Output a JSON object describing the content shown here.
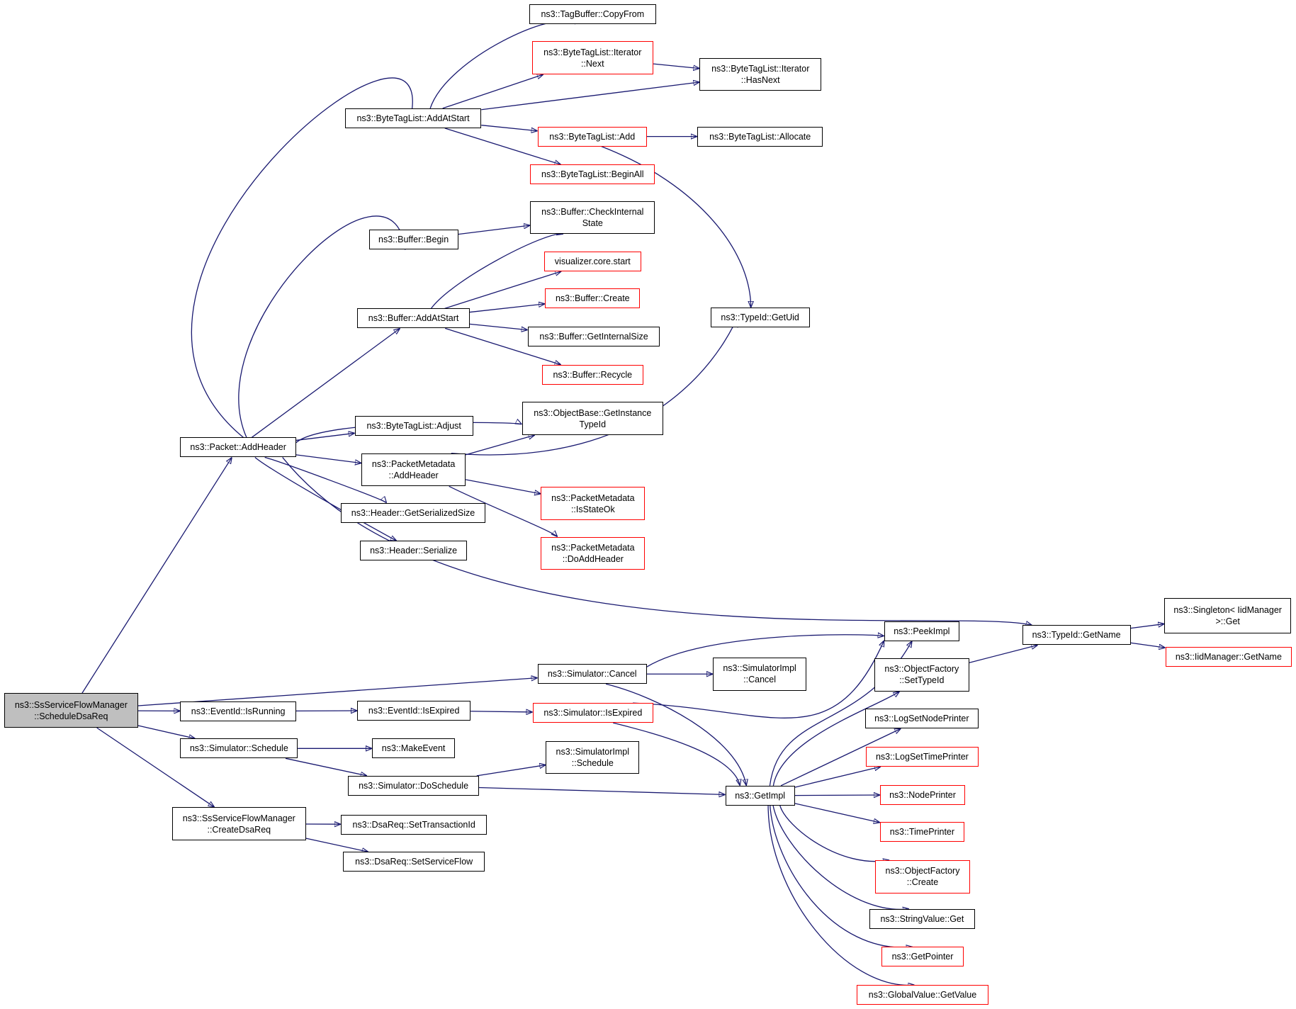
{
  "colors": {
    "edge": "#191970",
    "node_border": "#000000",
    "node_incomplete_border": "#ff0000",
    "root_fill": "#bfbfbf"
  },
  "nodes": [
    {
      "id": "root",
      "lines": [
        "ns3::SsServiceFlowManager",
        "::ScheduleDsaReq"
      ],
      "style": "root"
    },
    {
      "id": "pkt_addheader",
      "lines": [
        "ns3::Packet::AddHeader"
      ],
      "style": "normal"
    },
    {
      "id": "eventid_isrunning",
      "lines": [
        "ns3::EventId::IsRunning"
      ],
      "style": "normal"
    },
    {
      "id": "sim_schedule",
      "lines": [
        "ns3::Simulator::Schedule"
      ],
      "style": "normal"
    },
    {
      "id": "ssfm_createdsareq",
      "lines": [
        "ns3::SsServiceFlowManager",
        "::CreateDsaReq"
      ],
      "style": "normal"
    },
    {
      "id": "sim_cancel",
      "lines": [
        "ns3::Simulator::Cancel"
      ],
      "style": "normal"
    },
    {
      "id": "btl_addatstart",
      "lines": [
        "ns3::ByteTagList::AddAtStart"
      ],
      "style": "normal"
    },
    {
      "id": "buf_begin",
      "lines": [
        "ns3::Buffer::Begin"
      ],
      "style": "normal"
    },
    {
      "id": "buf_addatstart",
      "lines": [
        "ns3::Buffer::AddAtStart"
      ],
      "style": "normal"
    },
    {
      "id": "btl_adjust",
      "lines": [
        "ns3::ByteTagList::Adjust"
      ],
      "style": "normal"
    },
    {
      "id": "pm_addheader",
      "lines": [
        "ns3::PacketMetadata",
        "::AddHeader"
      ],
      "style": "normal"
    },
    {
      "id": "hdr_getsize",
      "lines": [
        "ns3::Header::GetSerializedSize"
      ],
      "style": "normal"
    },
    {
      "id": "hdr_serialize",
      "lines": [
        "ns3::Header::Serialize"
      ],
      "style": "normal"
    },
    {
      "id": "tagbuf_copyfrom",
      "lines": [
        "ns3::TagBuffer::CopyFrom"
      ],
      "style": "normal"
    },
    {
      "id": "btl_it_next",
      "lines": [
        "ns3::ByteTagList::Iterator",
        "::Next"
      ],
      "style": "red"
    },
    {
      "id": "btl_it_hasnext",
      "lines": [
        "ns3::ByteTagList::Iterator",
        "::HasNext"
      ],
      "style": "normal"
    },
    {
      "id": "btl_add",
      "lines": [
        "ns3::ByteTagList::Add"
      ],
      "style": "red"
    },
    {
      "id": "btl_allocate",
      "lines": [
        "ns3::ByteTagList::Allocate"
      ],
      "style": "normal"
    },
    {
      "id": "btl_beginall",
      "lines": [
        "ns3::ByteTagList::BeginAll"
      ],
      "style": "red"
    },
    {
      "id": "buf_checkinternal",
      "lines": [
        "ns3::Buffer::CheckInternal",
        "State"
      ],
      "style": "normal"
    },
    {
      "id": "viz_core_start",
      "lines": [
        "visualizer.core.start"
      ],
      "style": "red"
    },
    {
      "id": "buf_create",
      "lines": [
        "ns3::Buffer::Create"
      ],
      "style": "red"
    },
    {
      "id": "buf_getinternalsize",
      "lines": [
        "ns3::Buffer::GetInternalSize"
      ],
      "style": "normal"
    },
    {
      "id": "buf_recycle",
      "lines": [
        "ns3::Buffer::Recycle"
      ],
      "style": "red"
    },
    {
      "id": "typeid_getuid",
      "lines": [
        "ns3::TypeId::GetUid"
      ],
      "style": "normal"
    },
    {
      "id": "objbase_getinstancetypeid",
      "lines": [
        "ns3::ObjectBase::GetInstance",
        "TypeId"
      ],
      "style": "normal"
    },
    {
      "id": "pm_isstateok",
      "lines": [
        "ns3::PacketMetadata",
        "::IsStateOk"
      ],
      "style": "red"
    },
    {
      "id": "pm_doaddheader",
      "lines": [
        "ns3::PacketMetadata",
        "::DoAddHeader"
      ],
      "style": "red"
    },
    {
      "id": "typeid_getname",
      "lines": [
        "ns3::TypeId::GetName"
      ],
      "style": "normal"
    },
    {
      "id": "singleton_get",
      "lines": [
        "ns3::Singleton< IidManager",
        "&gt;::Get"
      ],
      "style": "normal"
    },
    {
      "id": "iidmgr_getname",
      "lines": [
        "ns3::IidManager::GetName"
      ],
      "style": "red"
    },
    {
      "id": "peekimpl",
      "lines": [
        "ns3::PeekImpl"
      ],
      "style": "normal"
    },
    {
      "id": "simimpl_cancel",
      "lines": [
        "ns3::SimulatorImpl",
        "::Cancel"
      ],
      "style": "normal"
    },
    {
      "id": "objfactory_settypeid",
      "lines": [
        "ns3::ObjectFactory",
        "::SetTypeId"
      ],
      "style": "normal"
    },
    {
      "id": "eventid_isexpired",
      "lines": [
        "ns3::EventId::IsExpired"
      ],
      "style": "normal"
    },
    {
      "id": "sim_isexpired",
      "lines": [
        "ns3::Simulator::IsExpired"
      ],
      "style": "red"
    },
    {
      "id": "makeevent",
      "lines": [
        "ns3::MakeEvent"
      ],
      "style": "normal"
    },
    {
      "id": "sim_doschedule",
      "lines": [
        "ns3::Simulator::DoSchedule"
      ],
      "style": "normal"
    },
    {
      "id": "simimpl_schedule",
      "lines": [
        "ns3::SimulatorImpl",
        "::Schedule"
      ],
      "style": "normal"
    },
    {
      "id": "getimpl",
      "lines": [
        "ns3::GetImpl"
      ],
      "style": "normal"
    },
    {
      "id": "dsareq_settransactionid",
      "lines": [
        "ns3::DsaReq::SetTransactionId"
      ],
      "style": "normal"
    },
    {
      "id": "dsareq_setserviceflow",
      "lines": [
        "ns3::DsaReq::SetServiceFlow"
      ],
      "style": "normal"
    },
    {
      "id": "logsetnodeprinter",
      "lines": [
        "ns3::LogSetNodePrinter"
      ],
      "style": "normal"
    },
    {
      "id": "logsettimeprinter",
      "lines": [
        "ns3::LogSetTimePrinter"
      ],
      "style": "red"
    },
    {
      "id": "nodeprinter",
      "lines": [
        "ns3::NodePrinter"
      ],
      "style": "red"
    },
    {
      "id": "timeprinter",
      "lines": [
        "ns3::TimePrinter"
      ],
      "style": "red"
    },
    {
      "id": "objfactory_create",
      "lines": [
        "ns3::ObjectFactory",
        "::Create"
      ],
      "style": "red"
    },
    {
      "id": "stringvalue_get",
      "lines": [
        "ns3::StringValue::Get"
      ],
      "style": "normal"
    },
    {
      "id": "getpointer",
      "lines": [
        "ns3::GetPointer"
      ],
      "style": "red"
    },
    {
      "id": "globalvalue_getvalue",
      "lines": [
        "ns3::GlobalValue::GetValue"
      ],
      "style": "red"
    }
  ],
  "edges": [
    [
      "root",
      "pkt_addheader"
    ],
    [
      "root",
      "eventid_isrunning"
    ],
    [
      "root",
      "sim_schedule"
    ],
    [
      "root",
      "ssfm_createdsareq"
    ],
    [
      "root",
      "sim_cancel"
    ],
    [
      "pkt_addheader",
      "btl_addatstart"
    ],
    [
      "pkt_addheader",
      "buf_begin"
    ],
    [
      "pkt_addheader",
      "buf_addatstart"
    ],
    [
      "pkt_addheader",
      "objbase_getinstancetypeid"
    ],
    [
      "pkt_addheader",
      "btl_adjust"
    ],
    [
      "pkt_addheader",
      "pm_addheader"
    ],
    [
      "pkt_addheader",
      "hdr_getsize"
    ],
    [
      "pkt_addheader",
      "hdr_serialize"
    ],
    [
      "pkt_addheader",
      "typeid_getname"
    ],
    [
      "btl_addatstart",
      "tagbuf_copyfrom"
    ],
    [
      "btl_addatstart",
      "btl_it_next"
    ],
    [
      "btl_addatstart",
      "btl_it_hasnext"
    ],
    [
      "btl_addatstart",
      "btl_add"
    ],
    [
      "btl_addatstart",
      "btl_beginall"
    ],
    [
      "btl_it_next",
      "btl_it_hasnext"
    ],
    [
      "btl_add",
      "btl_allocate"
    ],
    [
      "btl_add",
      "typeid_getuid"
    ],
    [
      "buf_begin",
      "buf_checkinternal"
    ],
    [
      "buf_addatstart",
      "buf_checkinternal"
    ],
    [
      "buf_addatstart",
      "viz_core_start"
    ],
    [
      "buf_addatstart",
      "buf_create"
    ],
    [
      "buf_addatstart",
      "buf_getinternalsize"
    ],
    [
      "buf_addatstart",
      "buf_recycle"
    ],
    [
      "pm_addheader",
      "objbase_getinstancetypeid"
    ],
    [
      "pm_addheader",
      "typeid_getuid"
    ],
    [
      "pm_addheader",
      "pm_isstateok"
    ],
    [
      "pm_addheader",
      "pm_doaddheader"
    ],
    [
      "typeid_getname",
      "singleton_get"
    ],
    [
      "typeid_getname",
      "iidmgr_getname"
    ],
    [
      "sim_cancel",
      "peekimpl"
    ],
    [
      "sim_cancel",
      "simimpl_cancel"
    ],
    [
      "sim_cancel",
      "getimpl"
    ],
    [
      "eventid_isrunning",
      "eventid_isexpired"
    ],
    [
      "eventid_isexpired",
      "sim_isexpired"
    ],
    [
      "sim_isexpired",
      "peekimpl"
    ],
    [
      "sim_isexpired",
      "getimpl"
    ],
    [
      "sim_schedule",
      "makeevent"
    ],
    [
      "sim_schedule",
      "sim_doschedule"
    ],
    [
      "sim_doschedule",
      "simimpl_schedule"
    ],
    [
      "sim_doschedule",
      "getimpl"
    ],
    [
      "ssfm_createdsareq",
      "dsareq_settransactionid"
    ],
    [
      "ssfm_createdsareq",
      "dsareq_setserviceflow"
    ],
    [
      "objfactory_settypeid",
      "typeid_getname"
    ],
    [
      "getimpl",
      "peekimpl"
    ],
    [
      "getimpl",
      "objfactory_settypeid"
    ],
    [
      "getimpl",
      "logsetnodeprinter"
    ],
    [
      "getimpl",
      "logsettimeprinter"
    ],
    [
      "getimpl",
      "nodeprinter"
    ],
    [
      "getimpl",
      "timeprinter"
    ],
    [
      "getimpl",
      "objfactory_create"
    ],
    [
      "getimpl",
      "stringvalue_get"
    ],
    [
      "getimpl",
      "getpointer"
    ],
    [
      "getimpl",
      "globalvalue_getvalue"
    ]
  ]
}
